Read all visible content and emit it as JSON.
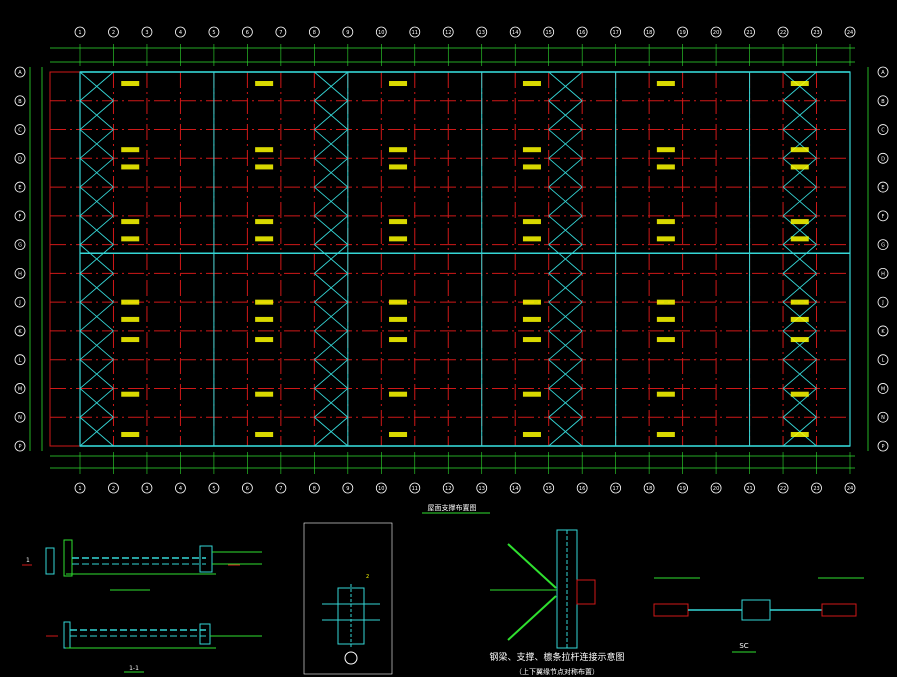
{
  "drawing": {
    "title_main": "屋面支撑布置图",
    "detail2_title": "钢梁、支撑、檩条拉杆连接示意图",
    "detail2_subtitle": "（上下翼缘节点对称布置）",
    "detail3_label": "SC",
    "detail1_a_label": "1",
    "detail1_b_label": "1-1"
  },
  "grid": {
    "columns": [
      "1",
      "2",
      "3",
      "4",
      "5",
      "6",
      "7",
      "8",
      "9",
      "10",
      "11",
      "12",
      "13",
      "14",
      "15",
      "16",
      "17",
      "18",
      "19",
      "20",
      "21",
      "22",
      "23",
      "24"
    ],
    "rows": [
      "A",
      "B",
      "C",
      "D",
      "E",
      "F",
      "G",
      "H",
      "J",
      "K",
      "L",
      "M",
      "N",
      "P"
    ]
  },
  "colors": {
    "background": "#000000",
    "grid_red": "#d01818",
    "member_cyan": "#35d6d6",
    "dim_green": "#2fe02f",
    "text_yellow": "#ffff00",
    "text_white": "#ffffff"
  }
}
